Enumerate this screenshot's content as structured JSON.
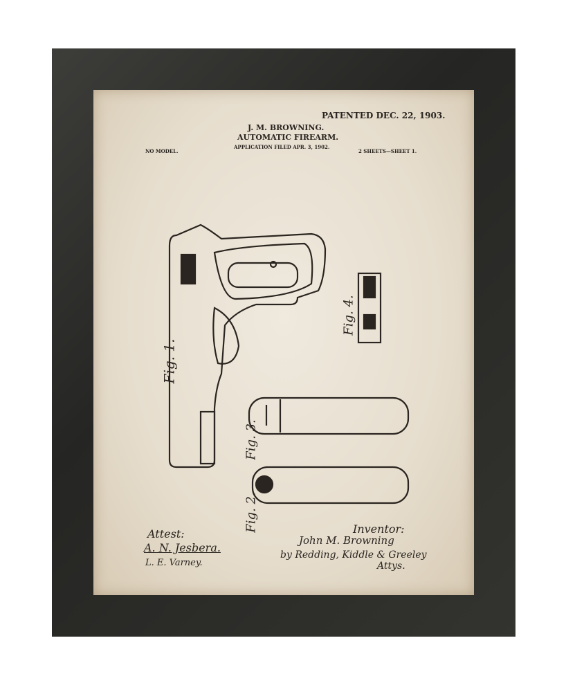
{
  "header": {
    "patented": "PATENTED DEC. 22, 1903.",
    "inventor_name": "J. M. BROWNING.",
    "title": "AUTOMATIC FIREARM.",
    "application": "APPLICATION FILED APR. 3, 1902.",
    "model": "NO MODEL.",
    "sheets": "2 SHEETS—SHEET 1."
  },
  "figures": {
    "fig1": "Fig. 1.",
    "fig2": "Fig. 2.",
    "fig3": "Fig. 3.",
    "fig4": "Fig. 4."
  },
  "signatures": {
    "attest_label": "Attest:",
    "witness1": "A. N. Jesbera.",
    "witness2": "L. E. Varney.",
    "inventor_label": "Inventor:",
    "inventor": "John M. Browning",
    "attorneys": "by Redding, Kiddle & Greeley",
    "attys": "Attys."
  },
  "colors": {
    "frame": "#2c2c2a",
    "paper": "#e8e0d2",
    "ink": "#2a2520"
  }
}
